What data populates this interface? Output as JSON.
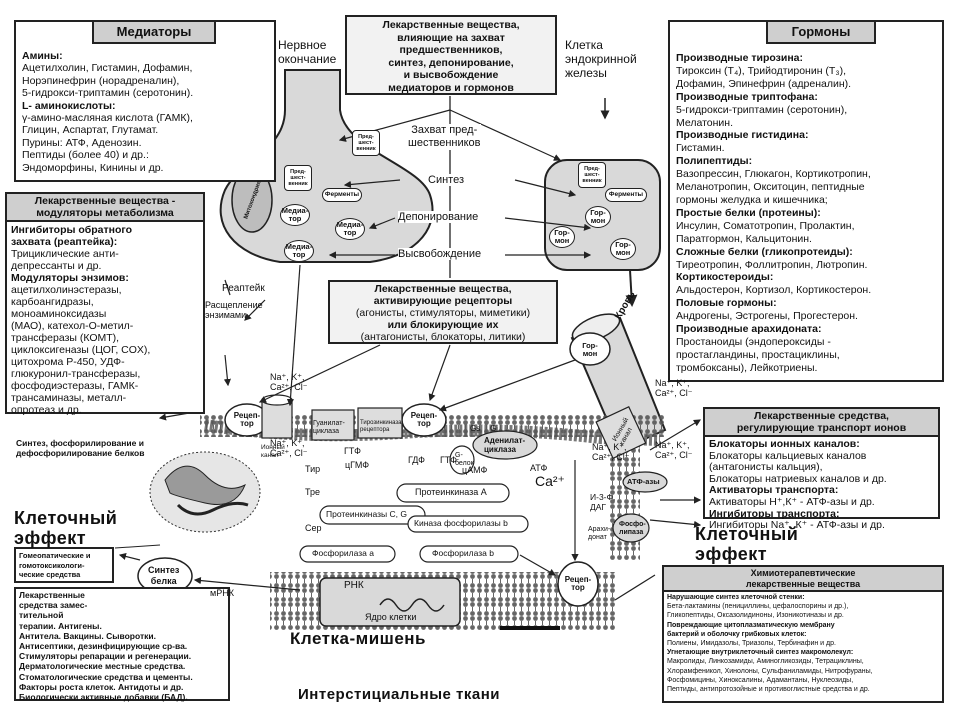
{
  "mediators": {
    "title": "Медиаторы",
    "lines": [
      {
        "text": "Амины:",
        "bold": true
      },
      {
        "text": "Ацетилхолин, Гистамин, Дофамин,",
        "bold": false
      },
      {
        "text": "Норэпинефрин (норадреналин),",
        "bold": false
      },
      {
        "text": "5-гидрокси-триптамин (серотонин).",
        "bold": false
      },
      {
        "text": "L- аминокислоты:",
        "bold": true
      },
      {
        "text": "γ-амино-масляная кислота (ГАМК),",
        "bold": false
      },
      {
        "text": "Глицин, Аспартат, Глутамат.",
        "bold": false
      },
      {
        "text": "Пурины: АТФ, Аденозин.",
        "bold": false
      },
      {
        "text": "Пептиды (более 40) и др.:",
        "bold": false
      },
      {
        "text": "Эндоморфины, Кинины и др.",
        "bold": false
      }
    ]
  },
  "capture_box": {
    "lines": [
      "Лекарственные вещества,",
      "влияющие на захват",
      "предшественников,",
      "синтез, депонирование,",
      "и высвобождение",
      "медиаторов и гормонов"
    ]
  },
  "hormones": {
    "title": "Гормоны",
    "lines": [
      {
        "text": "Производные тирозина:",
        "bold": true
      },
      {
        "text": "Тироксин (Т₄), Трийодтиронин (Т₃),",
        "bold": false
      },
      {
        "text": "Дофамин, Эпинефрин (адреналин).",
        "bold": false
      },
      {
        "text": "Производные триптофана:",
        "bold": true
      },
      {
        "text": "5-гидрокси-триптамин (серотонин),",
        "bold": false
      },
      {
        "text": "Мелатонин.",
        "bold": false
      },
      {
        "text": "Производные гистидина:",
        "bold": true
      },
      {
        "text": "Гистамин.",
        "bold": false
      },
      {
        "text": "Полипептиды:",
        "bold": true
      },
      {
        "text": "Вазопрессин, Глюкагон, Кортикотропин,",
        "bold": false
      },
      {
        "text": "Меланотропин, Окситоцин, пептидные",
        "bold": false
      },
      {
        "text": "гормоны желудка и кишечника;",
        "bold": false
      },
      {
        "text": "Простые белки (протеины):",
        "bold": true
      },
      {
        "text": "Инсулин, Соматотропин, Пролактин,",
        "bold": false
      },
      {
        "text": "Паратгормон, Кальцитонин.",
        "bold": false
      },
      {
        "text": "Сложные белки (гликопротеиды):",
        "bold": true
      },
      {
        "text": "Тиреотропин, Фоллитропин, Лютропин.",
        "bold": false
      },
      {
        "text": "Кортикостероиды:",
        "bold": true
      },
      {
        "text": "Альдостерон, Кортизол, Кортикостерон.",
        "bold": false
      },
      {
        "text": "Половые гормоны:",
        "bold": true
      },
      {
        "text": "Андрогены, Эстрогены, Прогестерон.",
        "bold": false
      },
      {
        "text": "Производные арахидоната:",
        "bold": true
      },
      {
        "text": "Простаноиды (эндопероксиды -",
        "bold": false
      },
      {
        "text": "простагландины, простациклины,",
        "bold": false
      },
      {
        "text": "тромбоксаны), Лейкотриены.",
        "bold": false
      }
    ]
  },
  "modulators": {
    "title_lines": [
      "Лекарственные вещества -",
      "модуляторы метаболизма"
    ],
    "lines": [
      {
        "text": "Ингибиторы обратного",
        "bold": true
      },
      {
        "text": "захвата (реаптейка):",
        "bold": true
      },
      {
        "text": "Трициклические анти-",
        "bold": false
      },
      {
        "text": "депрессанты и др.",
        "bold": false
      },
      {
        "text": "Модуляторы энзимов:",
        "bold": true
      },
      {
        "text": "ацетилхолинэстеразы,",
        "bold": false
      },
      {
        "text": "карбоангидразы,",
        "bold": false
      },
      {
        "text": "моноаминоксидазы",
        "bold": false
      },
      {
        "text": "(МАО), катехол-О-метил-",
        "bold": false
      },
      {
        "text": "трансферазы (КОМТ),",
        "bold": false
      },
      {
        "text": "циклоксигеназы (ЦОГ, COX),",
        "bold": false
      },
      {
        "text": "цитохрома Р-450, УДФ-",
        "bold": false
      },
      {
        "text": "глюкуронил-трансферазы,",
        "bold": false
      },
      {
        "text": "фосфодиэстеразы, ГАМК-",
        "bold": false
      },
      {
        "text": "трансаминазы, металл-",
        "bold": false
      },
      {
        "text": "опротеаз и др.",
        "bold": false
      }
    ]
  },
  "receptor_box": {
    "lines": [
      {
        "text": "Лекарственные вещества,",
        "bold": true
      },
      {
        "text": "активирующие рецепторы",
        "bold": true
      },
      {
        "text": "(агонисты, стимуляторы, миметики)",
        "bold": false
      },
      {
        "text": "или блокирующие их",
        "bold": true
      },
      {
        "text": "(антагонисты, блокаторы, литики)",
        "bold": false
      }
    ]
  },
  "ion_box": {
    "title_lines": [
      "Лекарственные средства,",
      "регулирующие транспорт ионов"
    ],
    "lines": [
      {
        "text": "Блокаторы ионных каналов:",
        "bold": true
      },
      {
        "text": "Блокаторы кальциевых каналов",
        "bold": false
      },
      {
        "text": "(антагонисты кальция),",
        "bold": false
      },
      {
        "text": "Блокаторы натриевых каналов и др.",
        "bold": false
      },
      {
        "text": "Активаторы транспорта:",
        "bold": true
      },
      {
        "text": "Активаторы Н⁺,К⁺ - АТФ-азы и др.",
        "bold": false
      },
      {
        "text": "Ингибиторы транспорта:",
        "bold": true
      },
      {
        "text": "Ингибиторы Na⁺, К⁺ - АТФ-азы и др.",
        "bold": false
      }
    ]
  },
  "homeopathic": {
    "lines": [
      "Гомеопатические и",
      "гомотоксикологи-",
      "ческие средства"
    ]
  },
  "left_bottom": {
    "lines": [
      "Лекарственные",
      "средства замес-",
      "тительной",
      "терапии. Антигены.",
      "Антитела. Вакцины. Сыворотки.",
      "Антисептики, дезинфицирующие ср-ва.",
      "Стимуляторы репарации и регенерации.",
      "Дерматологические местные средства.",
      "Стоматологические средства и цементы.",
      "Факторы роста клеток. Антидоты и др.",
      "Биологически активные добавки (БАД)."
    ]
  },
  "chemo": {
    "title_lines": [
      "Химиотерапевтические",
      "лекарственные вещества"
    ],
    "lines": [
      {
        "text": "Нарушающие синтез клеточной стенки:",
        "bold": true
      },
      {
        "text": "Бета-лактамины (пенициллины, цефалоспорины и др.),",
        "bold": false
      },
      {
        "text": "Гликопептиды, Оксазолидиноны, Изоникотиназы и др.",
        "bold": false
      },
      {
        "text": "Повреждающие цитоплазматическую мембрану",
        "bold": true
      },
      {
        "text": "бактерий и оболочку грибковых клеток:",
        "bold": true
      },
      {
        "text": "Полиены, Имидазолы, Триазолы, Тербинафин и др.",
        "bold": false
      },
      {
        "text": "Угнетающие внутриклеточный синтез макромолекул:",
        "bold": true
      },
      {
        "text": "Макролиды, Линкозамиды, Аминогликозиды, Тетрациклины,",
        "bold": false
      },
      {
        "text": "Хлорамфеникол, Хинолоны, Сульфаниламиды, Нитрофураны,",
        "bold": false
      },
      {
        "text": "Фосфомицины, Хиноксалины, Адамантаны, Нуклеозиды,",
        "bold": false
      },
      {
        "text": "Пептиды, антипротозойные и противоглистные средства и др.",
        "bold": false
      }
    ]
  },
  "labels": {
    "nerve_ending": "Нервное\nокончание",
    "endocrine_cell": "Клетка\nэндокринной\nжелезы",
    "capture": "Захват пред-\nшественников",
    "synthesis": "Синтез",
    "depot": "Депонирование",
    "release": "Высвобождение",
    "reuptake": "Реаптейк",
    "degradation": "Расщепление\nэнзимами",
    "blood": "Кровь",
    "cell_effect": "Клеточный\nэффект",
    "target_cell": "Клетка-мишень",
    "interstitial": "Интерстициальные ткани",
    "synthesis_phos": "Синтез, фосфорилирование и\nдефосфорилирование белков",
    "protein_synthesis": "Синтез\nбелка",
    "mrna": "мРНК",
    "rna": "РНК",
    "nucleus": "Ядро клетки",
    "receptor": "Рецеп-\nтор",
    "mediator": "Медиа-\nтор",
    "hormone": "Гор-\nмон",
    "precursor": "Пред-\nшест-\nвенник",
    "enzymes": "Ферменты",
    "mitochondria": "Митохондрия",
    "ion_channel": "Ионный\nканал",
    "guanylate": "Гуанилат-\nциклаза",
    "tyrosine_kinase": "Тирозинкиназа\nрецептора",
    "adenylate": "Аденилат-\nциклаза",
    "g_protein": "G-\nбелок",
    "ion_channel2": "Ионный\nканал",
    "atpase": "АТФ-азы",
    "phospholipase": "Фосфо-\nлипаза",
    "ions": "Na⁺, K⁺,\nCa²⁺, Cl⁻",
    "tir": "Тир",
    "tre": "Тре",
    "ser": "Сер",
    "cgmp": "цГМФ",
    "gtf": "ГТФ",
    "gdf": "ГДФ",
    "camp": "цАМФ",
    "atf": "АТФ",
    "pka": "Протеинкиназа А",
    "pkgc": "Протеинкиназы С, G",
    "phos_kinase": "Киназа фосфорилазы b",
    "phos_a": "Фосфорилаза a",
    "phos_b": "Фосфорилаза b",
    "ca": "Ca²⁺",
    "ip3": "И-3-Ф,\nДАГ",
    "arach": "Арахи-\nдонат",
    "gs": "Gs",
    "gi": "Gi"
  }
}
